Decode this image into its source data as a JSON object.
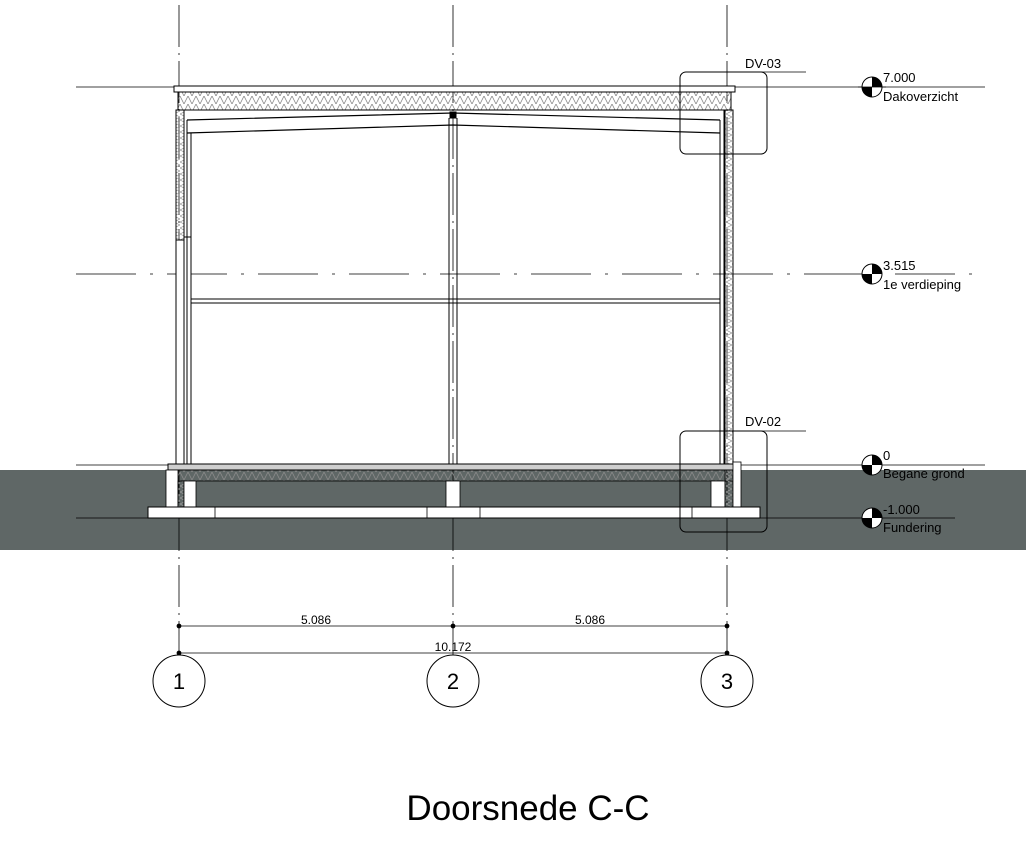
{
  "sheet_title": "Doorsnede C-C",
  "levels": [
    {
      "elevation": "7.000",
      "name": "Dakoverzicht"
    },
    {
      "elevation": "3.515",
      "name": "1e verdieping"
    },
    {
      "elevation": "0",
      "name": "Begane grond"
    },
    {
      "elevation": "-1.000",
      "name": "Fundering"
    }
  ],
  "grids": [
    "1",
    "2",
    "3"
  ],
  "dimensions": {
    "span_1_2": "5.086",
    "span_2_3": "5.086",
    "overall": "10.172"
  },
  "details": [
    "DV-03",
    "DV-02"
  ],
  "colors": {
    "ground": "#5f6766",
    "line": "#000000",
    "hatch": "#8a8a8a"
  }
}
